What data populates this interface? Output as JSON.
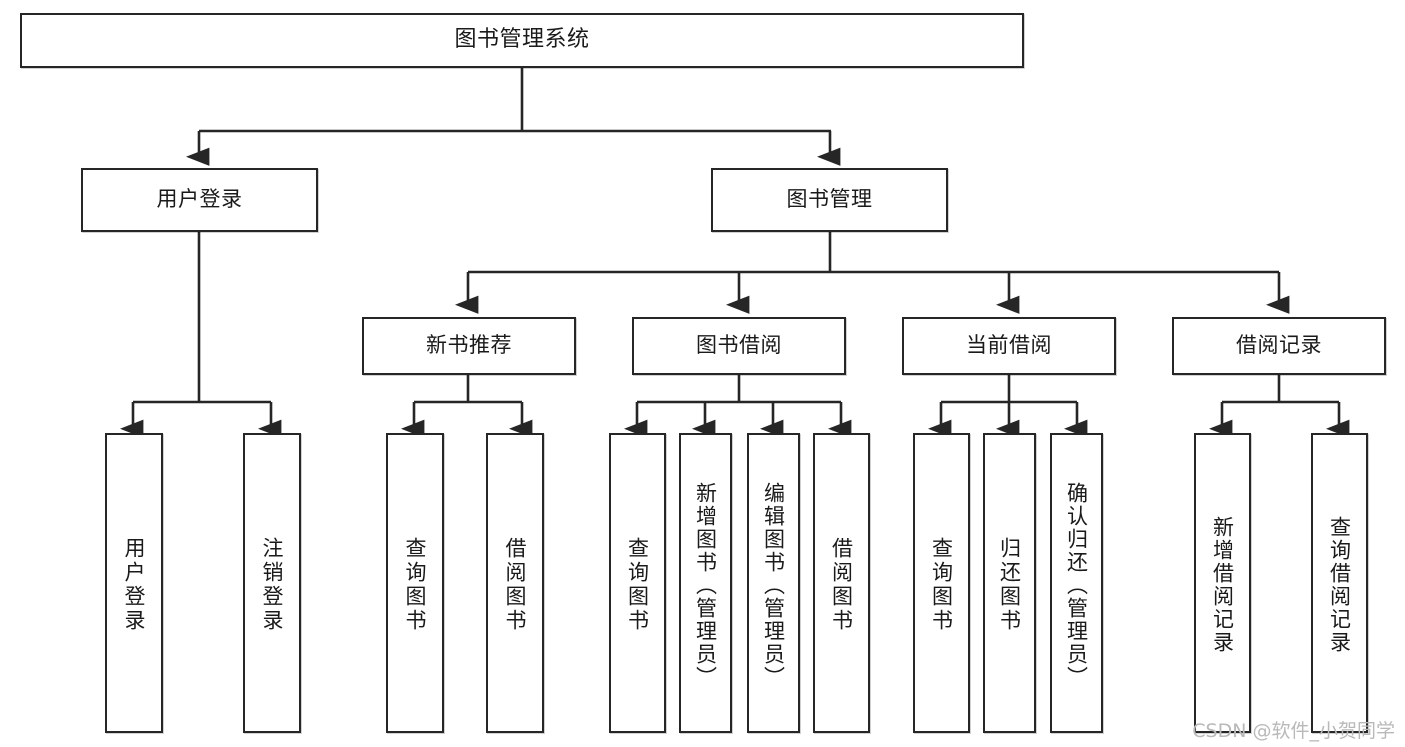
{
  "diagram": {
    "type": "tree",
    "title": "图书管理系统",
    "watermark": "CSDN @软件_小贺同学",
    "colors": {
      "box_border": "#262626",
      "box_fill": "#ffffff",
      "edge": "#262626",
      "text": "#1a1a1a",
      "watermark": "#b9b9b9",
      "background": "#ffffff"
    },
    "nodes": {
      "root": {
        "label": "图书管理系统"
      },
      "level1": [
        {
          "label": "用户登录"
        },
        {
          "label": "图书管理"
        }
      ],
      "level2": [
        {
          "label": "新书推荐"
        },
        {
          "label": "图书借阅"
        },
        {
          "label": "当前借阅"
        },
        {
          "label": "借阅记录"
        }
      ],
      "leaves": {
        "user_login": [
          {
            "label": "用户登录"
          },
          {
            "label": "注销登录"
          }
        ],
        "new_book_recommend": [
          {
            "label": "查询图书"
          },
          {
            "label": "借阅图书"
          }
        ],
        "book_borrow": [
          {
            "label": "查询图书"
          },
          {
            "label": "新增图书（管理员）"
          },
          {
            "label": "编辑图书（管理员）"
          },
          {
            "label": "借阅图书"
          }
        ],
        "current_borrow": [
          {
            "label": "查询图书"
          },
          {
            "label": "归还图书"
          },
          {
            "label": "确认归还（管理员）"
          }
        ],
        "borrow_record": [
          {
            "label": "新增借阅记录"
          },
          {
            "label": "查询借阅记录"
          }
        ]
      }
    }
  }
}
